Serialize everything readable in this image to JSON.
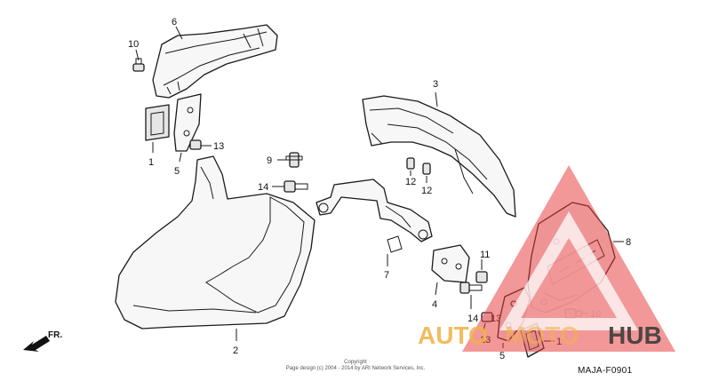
{
  "callouts": {
    "c1": "1",
    "c2": "2",
    "c3": "3",
    "c4": "4",
    "c5": "5",
    "c6": "6",
    "c7": "7",
    "c8": "8",
    "c9": "9",
    "c10": "10",
    "c11": "11",
    "c12": "12",
    "c13": "13",
    "c14": "14",
    "c10b": "10",
    "c12b": "12",
    "c13b": "13",
    "c14b": "14",
    "c1b": "1",
    "c5b": "5",
    "c13c": "13"
  },
  "direction_label": "FR.",
  "diagram_code": "MAJA-F0901",
  "copyright": {
    "line1": "Copyright",
    "line2": "Page design (c) 2004 - 2014 by ARI Network Services, Inc."
  },
  "watermark": {
    "auto": "AUTO",
    "moto": "MOTO",
    "hub": "HUB",
    "color_red": "#e63a3a",
    "color_orange": "#f2b24a",
    "color_gray": "#3d3d3d"
  }
}
